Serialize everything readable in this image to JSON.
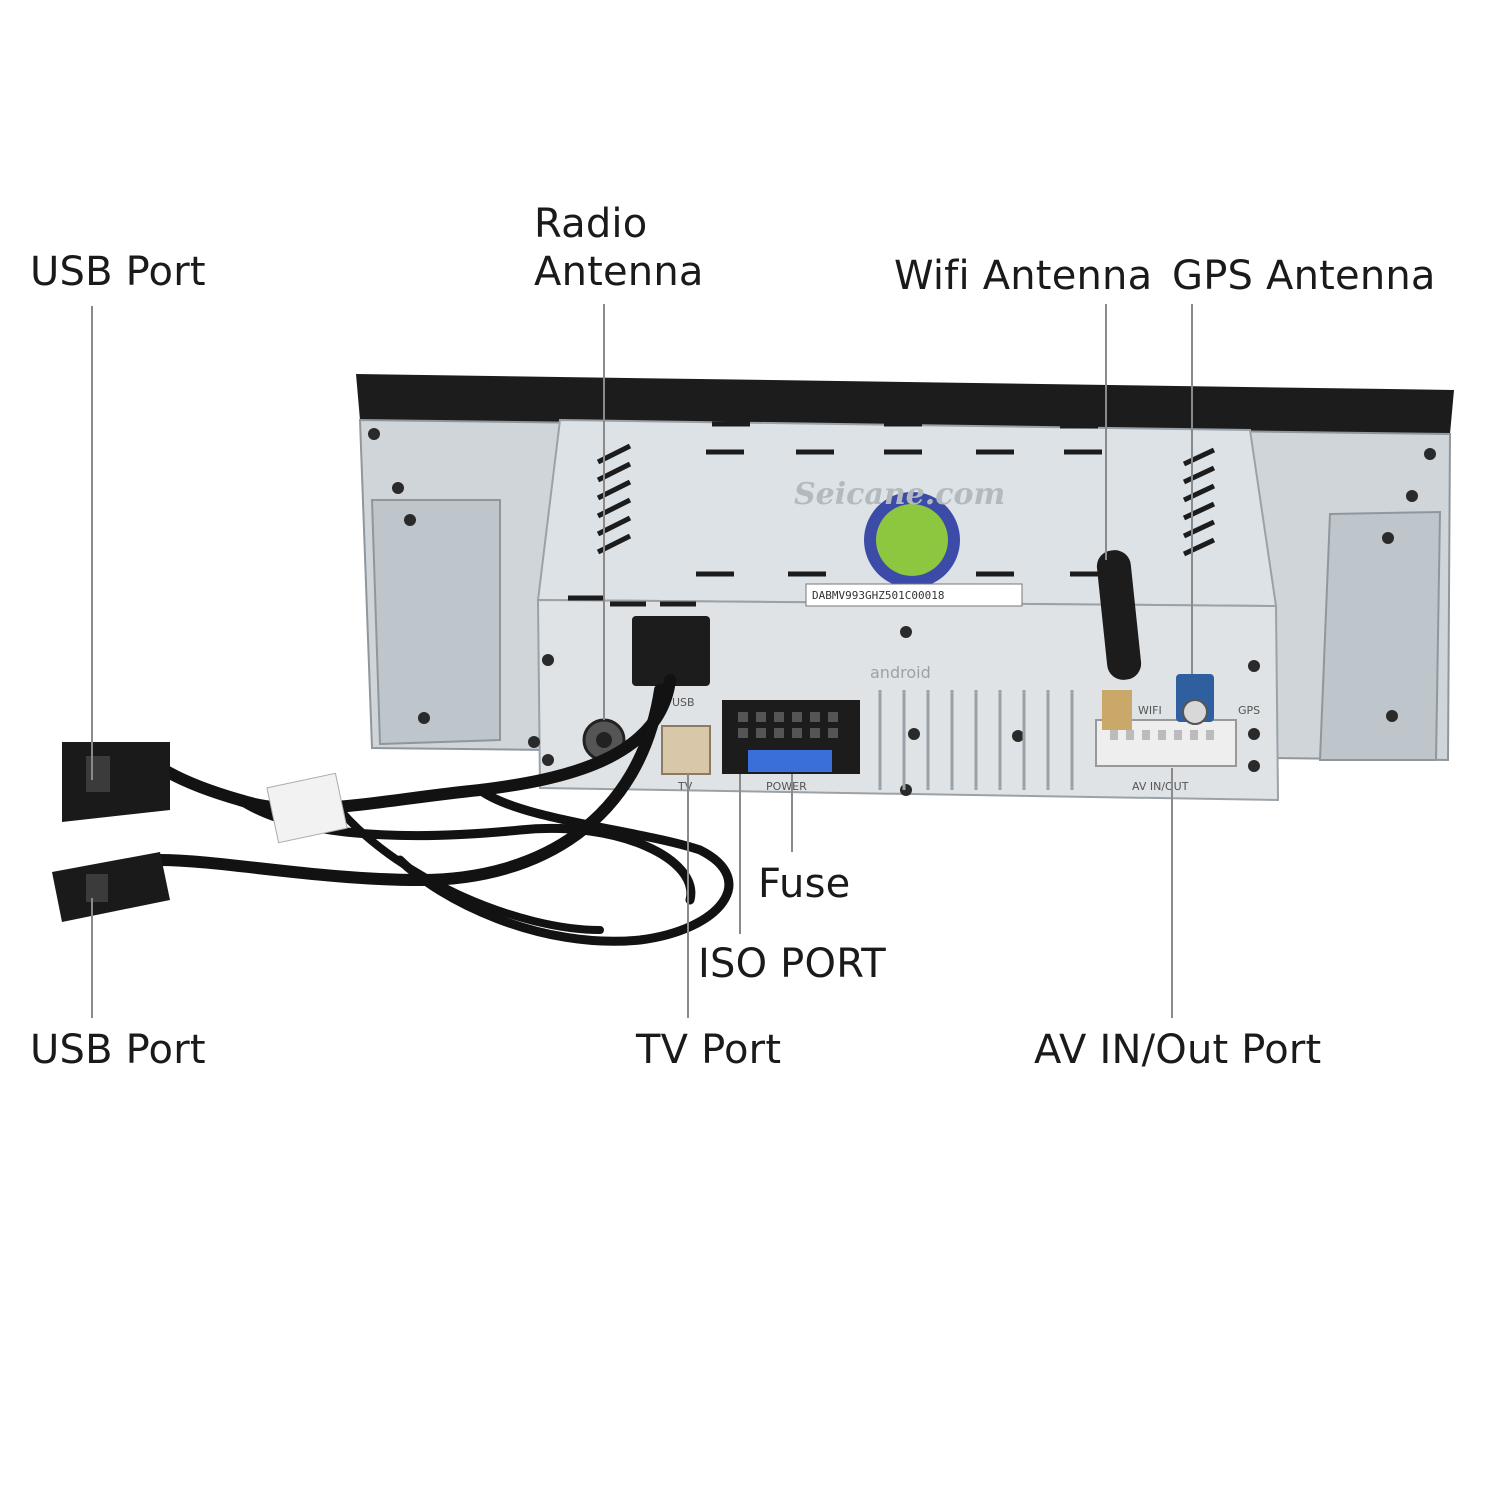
{
  "labels": {
    "usb_port_top": "USB Port",
    "radio_antenna_line1": "Radio",
    "radio_antenna_line2": "Antenna",
    "wifi_antenna": "Wifi Antenna",
    "gps_antenna": "GPS Antenna",
    "fuse": "Fuse",
    "iso_port": "ISO PORT",
    "usb_port_bottom": "USB Port",
    "tv_port": "TV Port",
    "av_in_out_port": "AV IN/Out Port"
  },
  "unit": {
    "watermark": "Seicane.com",
    "serial": "DABMV993GHZ501C00018",
    "panel_text_usb": "USB",
    "panel_text_tv": "TV",
    "panel_text_power": "POWER",
    "panel_text_wifi": "WIFI",
    "panel_text_gps": "GPS",
    "panel_text_av": "AV IN/OUT",
    "panel_text_android": "android"
  },
  "colors": {
    "label_text": "#1a1a1a",
    "leader_line": "#8a8a8a",
    "chassis": "#c9cfd3",
    "chassis_dark": "#9aa2a8",
    "bezel": "#1c1c1c",
    "cable": "#121212",
    "fakra_gps": "#2f5f9e",
    "fuse": "#3a6ed8",
    "tv_connector": "#d8c7a8"
  }
}
